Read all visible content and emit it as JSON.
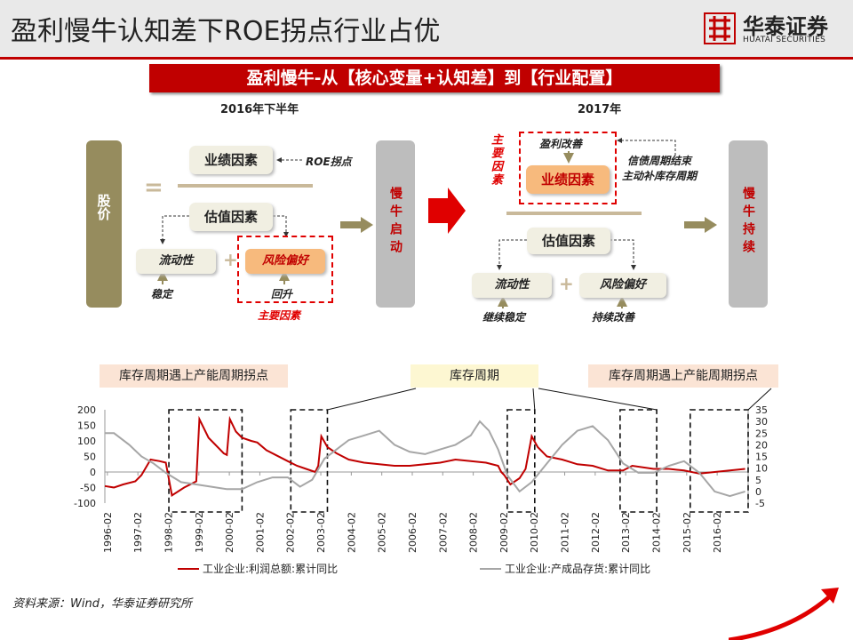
{
  "page": {
    "title": "盈利慢牛认知差下ROE拐点行业占优",
    "logo_cn": "华泰证券",
    "logo_en": "HUATAI SECURITIES",
    "banner": "盈利慢牛-从【核心变量+认知差】到【行业配置】",
    "source": "资料来源：Wind，华泰证券研究所"
  },
  "diagram": {
    "left": {
      "period": "2016年下半年",
      "stock_price": "股价",
      "equals": "=",
      "earnings": "业绩因素",
      "roe_turn": "ROE拐点",
      "valuation": "估值因素",
      "liquidity": "流动性",
      "plus": "+",
      "risk_pref": "风险偏好",
      "stable": "稳定",
      "rebound": "回升",
      "main_factor": "主要因素",
      "start": "慢牛启动"
    },
    "right": {
      "period": "2017年",
      "main_factor": "主要因素",
      "profit_improve": "盈利改善",
      "credit_note_1": "信债周期结束",
      "credit_note_2": "主动补库存周期",
      "earnings": "业绩因素",
      "valuation": "估值因素",
      "liquidity": "流动性",
      "plus": "+",
      "risk_pref": "风险偏好",
      "keep_stable": "继续稳定",
      "keep_improve": "持续改善",
      "continue": "慢牛持续"
    }
  },
  "annotations": {
    "left_note": "库存周期遇上产能周期拐点",
    "mid_note": "库存周期",
    "right_note": "库存周期遇上产能周期拐点"
  },
  "colors": {
    "accent_red": "#c00000",
    "profit_line": "#c00000",
    "inventory_line": "#a6a6a6",
    "brown_bar": "#968c5e"
  },
  "chart_data": {
    "type": "line",
    "x_ticks": [
      "1996-02",
      "1997-02",
      "1998-02",
      "1999-02",
      "2000-02",
      "2001-02",
      "2002-02",
      "2003-02",
      "2004-02",
      "2005-02",
      "2006-02",
      "2007-02",
      "2008-02",
      "2009-02",
      "2010-02",
      "2011-02",
      "2012-02",
      "2013-02",
      "2014-02",
      "2015-02",
      "2016-02"
    ],
    "y_left": {
      "ticks": [
        200,
        150,
        100,
        50,
        0,
        -50,
        -100
      ],
      "range": [
        -100,
        200
      ]
    },
    "y_right": {
      "ticks": [
        35,
        30,
        25,
        20,
        15,
        10,
        5,
        0,
        -5
      ],
      "range": [
        -5,
        35
      ]
    },
    "x_range": [
      1996.0,
      2017.1
    ],
    "series": [
      {
        "name": "工业企业:利润总额:累计同比",
        "axis": "left",
        "x": [
          1996.0,
          1996.3,
          1996.6,
          1997.0,
          1997.2,
          1997.5,
          1997.8,
          1998.0,
          1998.2,
          1998.6,
          1999.0,
          1999.1,
          1999.4,
          1999.7,
          1999.9,
          2000.0,
          2000.1,
          2000.3,
          2000.5,
          2000.8,
          2001.0,
          2001.3,
          2001.6,
          2002.0,
          2002.3,
          2002.6,
          2002.9,
          2003.0,
          2003.1,
          2003.3,
          2003.6,
          2004.0,
          2004.5,
          2005.0,
          2005.5,
          2006.0,
          2006.5,
          2007.0,
          2007.5,
          2008.0,
          2008.5,
          2008.9,
          2009.0,
          2009.1,
          2009.3,
          2009.6,
          2009.8,
          2010.0,
          2010.2,
          2010.5,
          2011.0,
          2011.5,
          2012.0,
          2012.5,
          2013.0,
          2013.1,
          2013.3,
          2014.0,
          2014.5,
          2015.0,
          2015.5,
          2016.0,
          2016.5,
          2017.0
        ],
        "y": [
          -45,
          -50,
          -40,
          -30,
          -10,
          40,
          35,
          30,
          -75,
          -50,
          -30,
          170,
          110,
          80,
          60,
          55,
          170,
          130,
          110,
          100,
          95,
          70,
          55,
          35,
          20,
          10,
          0,
          20,
          115,
          80,
          60,
          40,
          30,
          25,
          20,
          20,
          25,
          30,
          40,
          35,
          30,
          20,
          0,
          -10,
          -40,
          -20,
          10,
          115,
          80,
          50,
          40,
          25,
          20,
          5,
          5,
          10,
          20,
          10,
          10,
          5,
          -5,
          0,
          5,
          10
        ]
      },
      {
        "name": "工业企业:产成品存货:累计同比",
        "axis": "right",
        "x": [
          1996.0,
          1996.3,
          1996.8,
          1997.2,
          1997.6,
          1998.0,
          1998.5,
          1999.0,
          1999.5,
          2000.0,
          2000.5,
          2001.0,
          2001.5,
          2002.0,
          2002.4,
          2002.8,
          2003.2,
          2003.6,
          2004.0,
          2004.5,
          2005.0,
          2005.5,
          2006.0,
          2006.5,
          2007.0,
          2007.5,
          2008.0,
          2008.3,
          2008.6,
          2008.9,
          2009.2,
          2009.6,
          2010.0,
          2010.5,
          2011.0,
          2011.5,
          2012.0,
          2012.5,
          2013.0,
          2013.5,
          2014.0,
          2014.5,
          2015.0,
          2015.5,
          2016.0,
          2016.5,
          2017.0
        ],
        "y": [
          25,
          25,
          20,
          15,
          12,
          8,
          4,
          3,
          2,
          1,
          1,
          4,
          6,
          6,
          2,
          5,
          14,
          18,
          22,
          24,
          26,
          20,
          17,
          16,
          18,
          20,
          24,
          30,
          26,
          18,
          7,
          0,
          4,
          12,
          20,
          26,
          28,
          22,
          12,
          8,
          8,
          11,
          13,
          8,
          0,
          -2,
          0
        ]
      }
    ],
    "highlight_boxes": [
      [
        1998.1,
        2000.5
      ],
      [
        2002.1,
        2003.3
      ],
      [
        2009.2,
        2010.1
      ],
      [
        2012.9,
        2014.1
      ],
      [
        2015.2,
        2017.1
      ]
    ]
  }
}
